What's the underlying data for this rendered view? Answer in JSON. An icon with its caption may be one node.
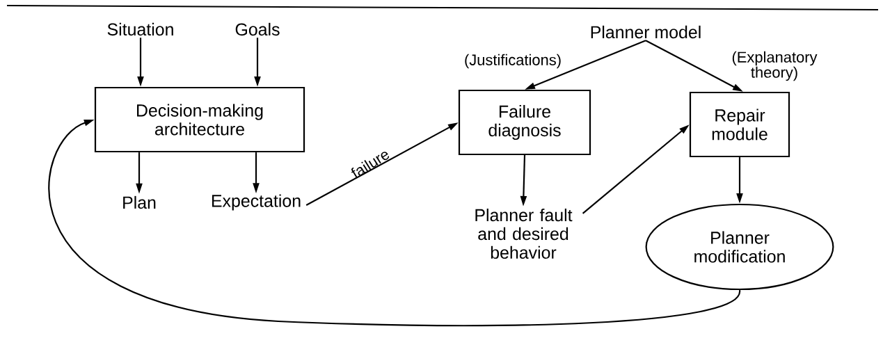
{
  "diagram": {
    "nodes": [
      {
        "text": [
          "Situation"
        ]
      },
      {
        "text": [
          "Goals"
        ]
      },
      {
        "text": [
          "Decision-making architecture"
        ]
      },
      {
        "text": [
          "Plan"
        ]
      },
      {
        "text": [
          "Expectation"
        ]
      },
      {
        "text": [
          "Planner model"
        ]
      },
      {
        "text": [
          "Failure diagnosis"
        ]
      },
      {
        "text": [
          "Repair module"
        ]
      },
      {
        "text": [
          "Planner fault and desired behavior"
        ]
      },
      {
        "text": [
          "Planner modification"
        ]
      }
    ],
    "edges": [
      {
        "from": 0,
        "to": 2,
        "arrow": "to"
      },
      {
        "from": 1,
        "to": 2,
        "arrow": "to"
      },
      {
        "from": 2,
        "to": 3,
        "arrow": "to"
      },
      {
        "from": 2,
        "to": 4,
        "arrow": "to"
      },
      {
        "from": 4,
        "to": 6,
        "arrow": "to",
        "label": "failure"
      },
      {
        "from": 5,
        "to": 6,
        "arrow": "to",
        "label": "(Justifications)"
      },
      {
        "from": 5,
        "to": 7,
        "arrow": "to",
        "label": "(Explanatory theory)"
      },
      {
        "from": 6,
        "to": 8,
        "arrow": "to"
      },
      {
        "from": 8,
        "to": 7,
        "arrow": "to"
      },
      {
        "from": 7,
        "to": 9,
        "arrow": "to"
      },
      {
        "from": 9,
        "to": 2,
        "arrow": "to"
      }
    ]
  }
}
